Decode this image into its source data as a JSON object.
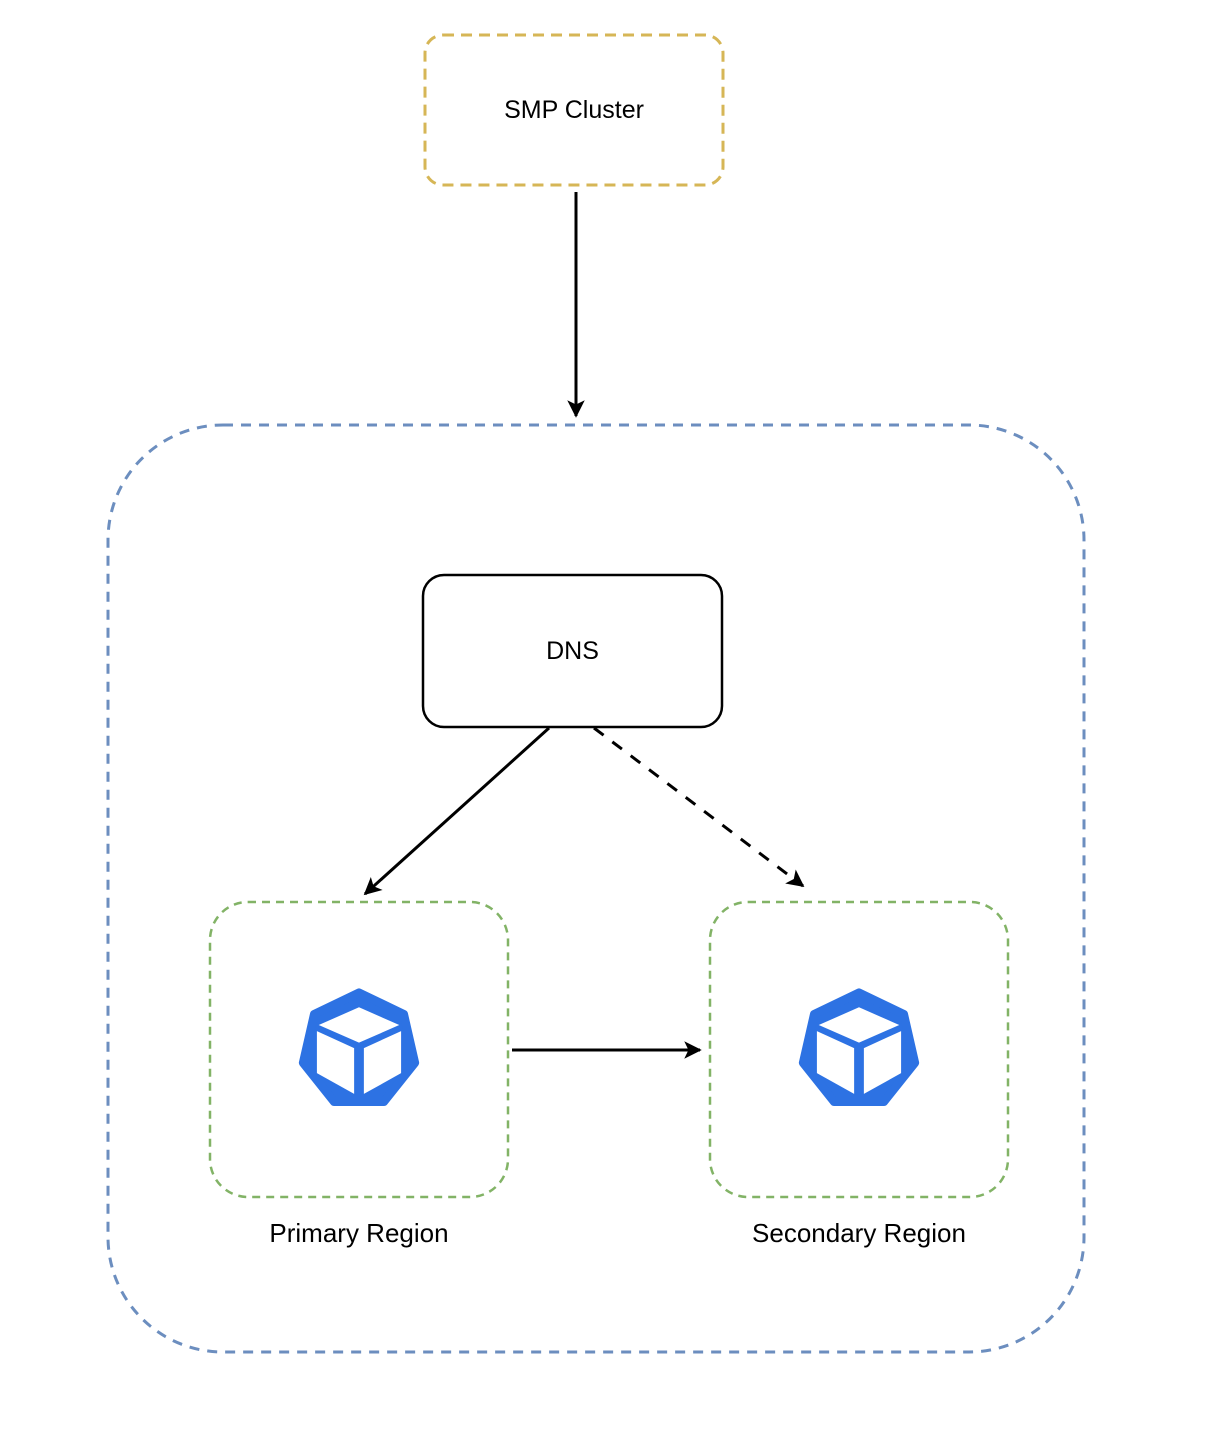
{
  "diagram": {
    "type": "architecture-flow",
    "nodes": {
      "smp_cluster": {
        "label": "SMP Cluster",
        "shape": "rounded-rect",
        "border_style": "dashed",
        "border_color": "#D6B656"
      },
      "outer_boundary": {
        "label": "",
        "shape": "rounded-rect",
        "border_style": "dashed",
        "border_color": "#6C8EBF"
      },
      "dns": {
        "label": "DNS",
        "shape": "rounded-rect",
        "border_style": "solid",
        "border_color": "#000000"
      },
      "primary_region": {
        "label": "Primary Region",
        "shape": "rounded-rect",
        "border_style": "dashed",
        "border_color": "#82B366",
        "icon": "kubernetes-cluster-icon"
      },
      "secondary_region": {
        "label": "Secondary Region",
        "shape": "rounded-rect",
        "border_style": "dashed",
        "border_color": "#82B366",
        "icon": "kubernetes-cluster-icon"
      }
    },
    "edges": [
      {
        "from": "smp_cluster",
        "to": "outer_boundary",
        "style": "solid",
        "arrowhead": "filled"
      },
      {
        "from": "dns",
        "to": "primary_region",
        "style": "solid",
        "arrowhead": "filled"
      },
      {
        "from": "dns",
        "to": "secondary_region",
        "style": "dashed",
        "arrowhead": "filled"
      },
      {
        "from": "primary_region",
        "to": "secondary_region",
        "style": "solid",
        "arrowhead": "filled"
      }
    ],
    "colors": {
      "background": "#FFFFFF",
      "smp_border": "#D6B656",
      "outer_border": "#6C8EBF",
      "region_border": "#82B366",
      "dns_border": "#000000",
      "icon_blue": "#2D72E3",
      "icon_cube": "#FFFFFF",
      "arrow": "#000000",
      "text": "#000000"
    }
  }
}
